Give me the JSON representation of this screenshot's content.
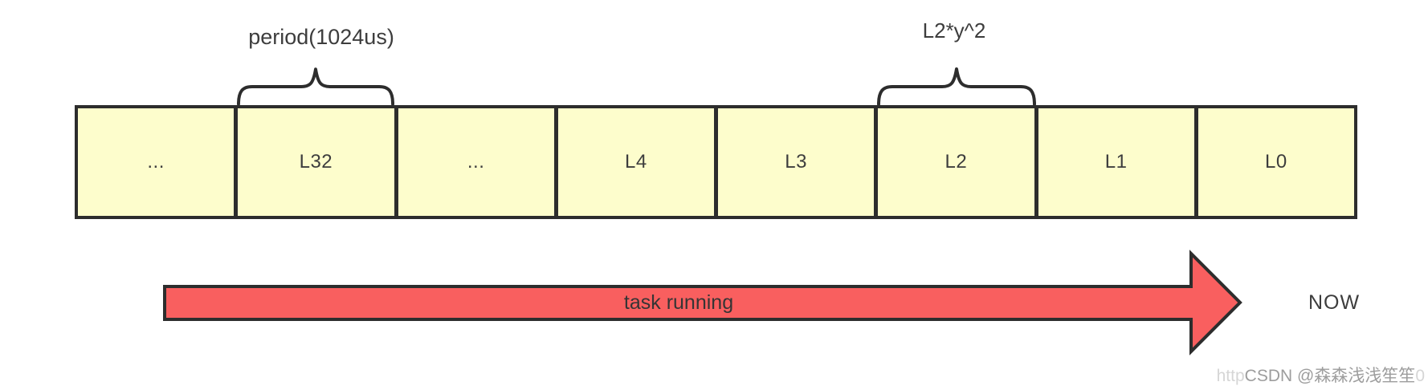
{
  "diagram": {
    "cells": [
      "...",
      "L32",
      "...",
      "L4",
      "L3",
      "L2",
      "L1",
      "L0"
    ],
    "annotations": {
      "period": "period(1024us)",
      "l2_weight": "L2*y^2"
    },
    "arrow_label": "task running",
    "now_label": "NOW"
  },
  "icons": {
    "period_brace": "curly-brace-opening-down",
    "l2_weight_brace": "curly-brace-opening-down",
    "task_arrow": "right-arrow"
  },
  "colors": {
    "cell_fill": "#fdfdcc",
    "arrow_fill": "#f95f5f",
    "stroke": "#2d2d2d",
    "text": "#3d3d3d",
    "watermark": "#9d9d9d",
    "watermark_faint": "#d6d6d6"
  },
  "watermark": {
    "prefix": "http",
    "text": "CSDN @森森浅浅笙笙",
    "suffix": "0"
  }
}
